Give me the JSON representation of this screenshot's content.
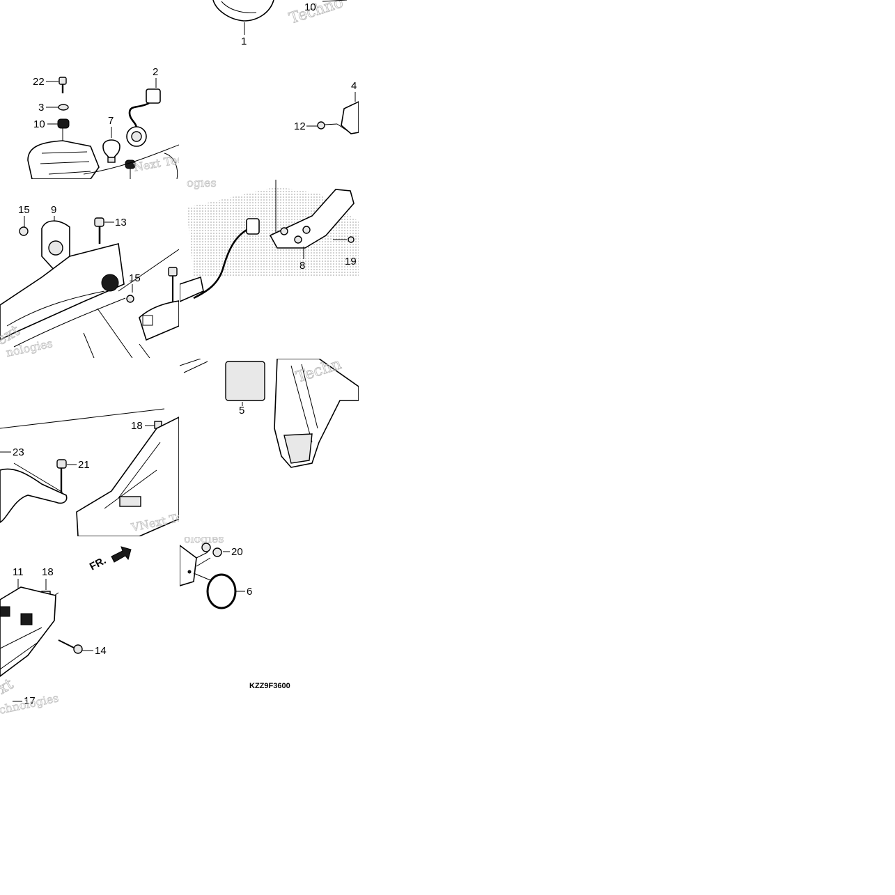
{
  "diagram": {
    "drawing_code": "KZZ9F3600",
    "direction_marker": "FR.",
    "callouts": {
      "t00": [
        "10",
        "1"
      ],
      "t01": [
        "22",
        "2",
        "3",
        "10",
        "7"
      ],
      "t02": [
        "4",
        "12"
      ],
      "t11": [
        "15",
        "9",
        "13",
        "15"
      ],
      "t12": [
        "8",
        "19"
      ],
      "t21": [
        "18",
        "23",
        "21"
      ],
      "t22": [
        "5"
      ],
      "t31": [
        "11",
        "18",
        "14",
        "17"
      ],
      "t32": [
        "20",
        "6"
      ]
    },
    "watermarks": {
      "t00": [
        "Techno"
      ],
      "t01": [
        "Next Tec"
      ],
      "t11": [
        "ext",
        "nologies"
      ],
      "t12": [
        "ogies"
      ],
      "t22": [
        "Techn"
      ],
      "t21": [
        "VNext Tec"
      ],
      "t31": [
        "xt",
        "chnologies"
      ],
      "t32": [
        "ologies"
      ]
    }
  }
}
